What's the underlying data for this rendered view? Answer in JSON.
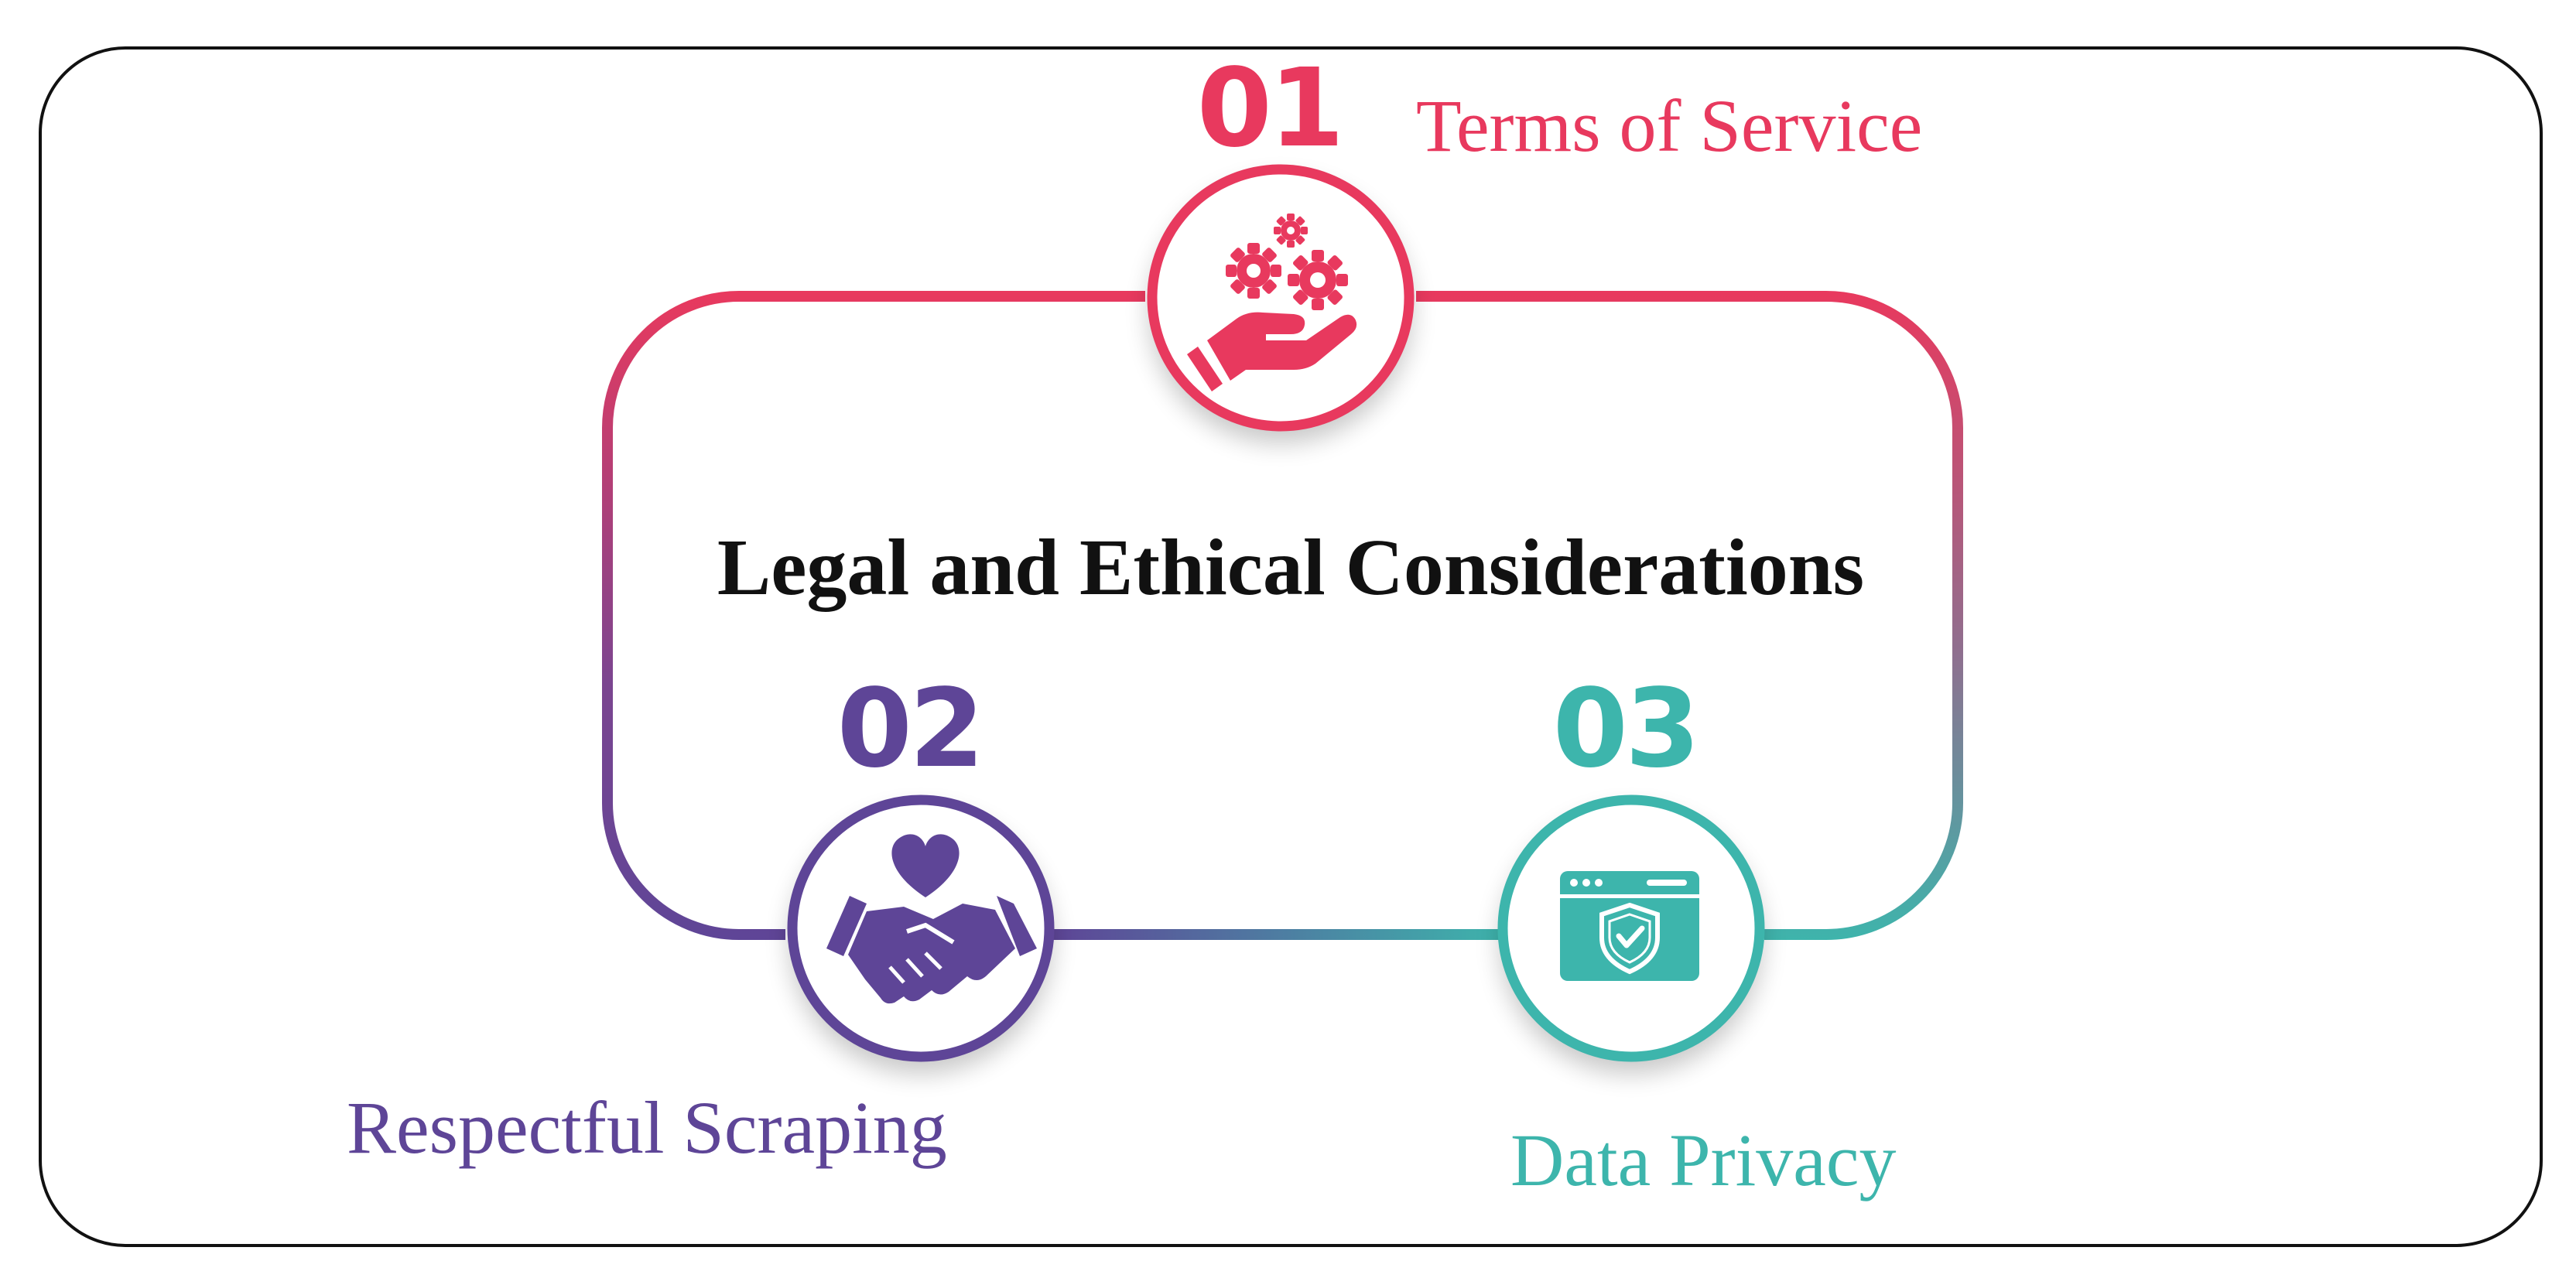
{
  "title": "Legal and Ethical Considerations",
  "steps": [
    {
      "number": "01",
      "label": "Terms of Service",
      "icon": "hand-gears-icon",
      "color": "#E8395E"
    },
    {
      "number": "02",
      "label": "Respectful Scraping",
      "icon": "handshake-heart-icon",
      "color": "#5E4597"
    },
    {
      "number": "03",
      "label": "Data Privacy",
      "icon": "browser-shield-check-icon",
      "color": "#3DB5AC"
    }
  ]
}
